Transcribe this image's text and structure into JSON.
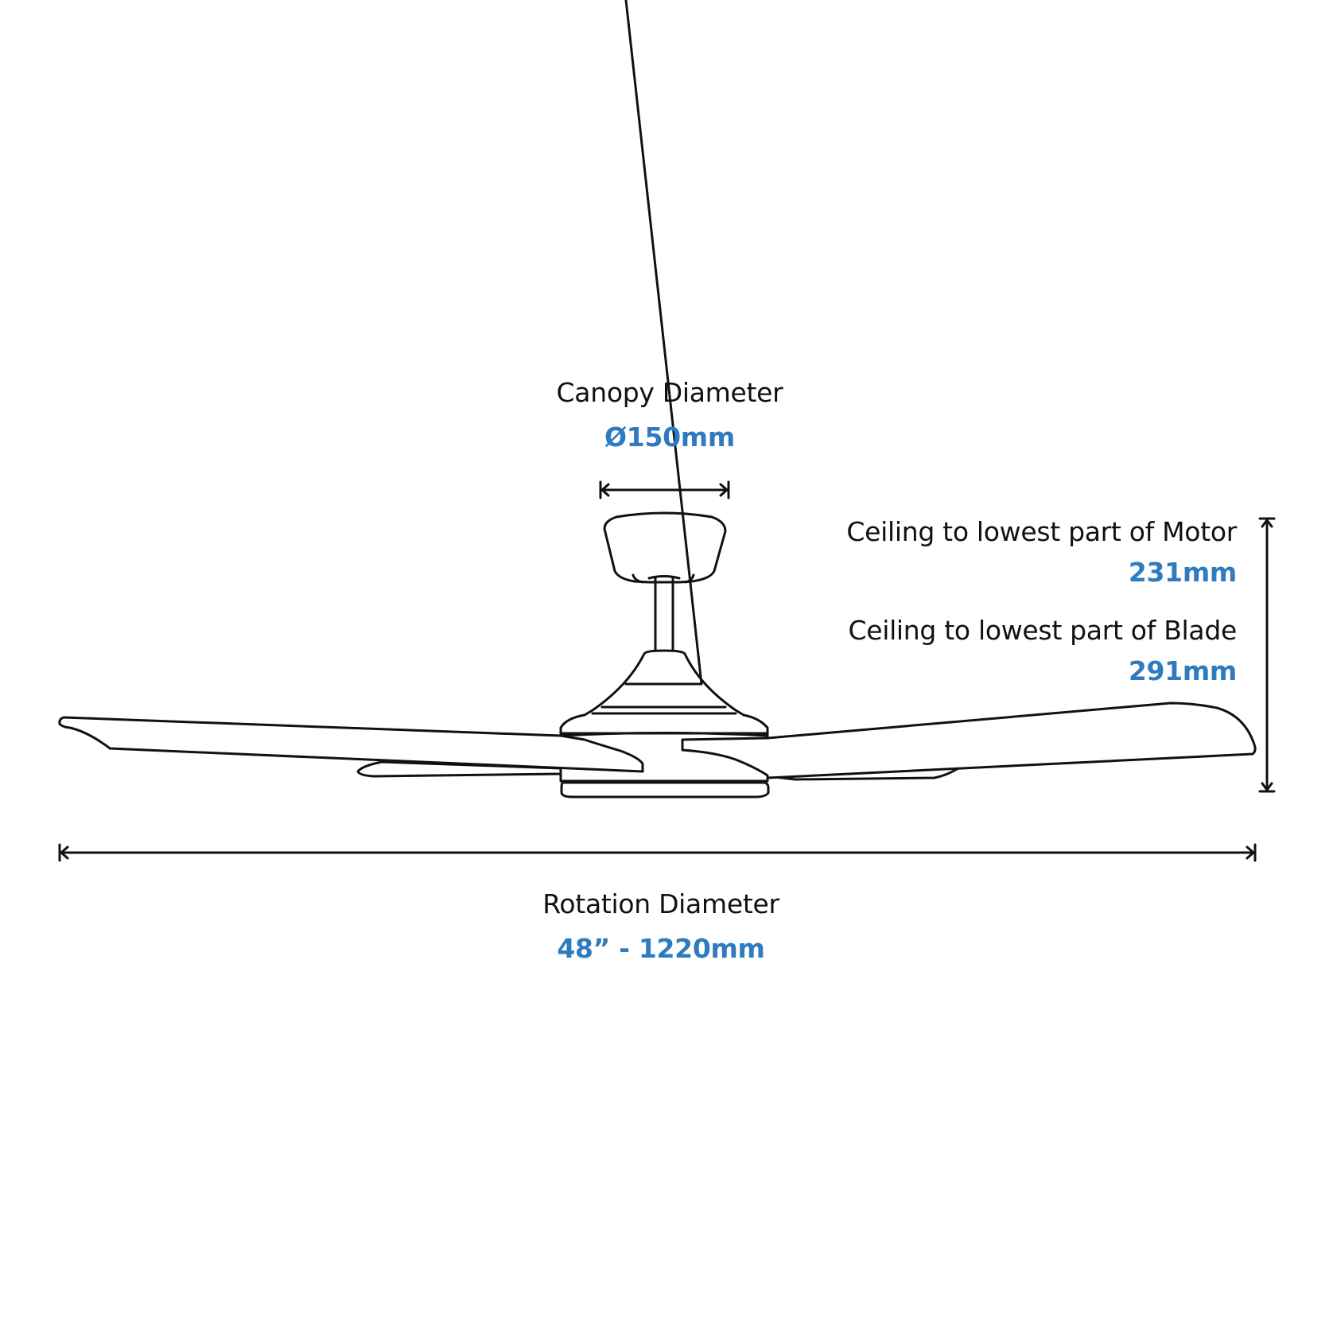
{
  "diagram": {
    "subject": "Ceiling fan dimension diagram",
    "accent_color": "#2e7bbf",
    "text_color": "#111111",
    "canopy": {
      "label": "Canopy Diameter",
      "value": "Ø150mm"
    },
    "motor_drop": {
      "label": "Ceiling to lowest part of Motor",
      "value": "231mm"
    },
    "blade_drop": {
      "label": "Ceiling to lowest part of Blade",
      "value": "291mm"
    },
    "rotation": {
      "label": "Rotation Diameter",
      "value": "48” - 1220mm"
    },
    "dimension_lines": [
      "canopy-width",
      "ceiling-to-blade-height",
      "rotation-width"
    ],
    "blade_count": 3
  }
}
